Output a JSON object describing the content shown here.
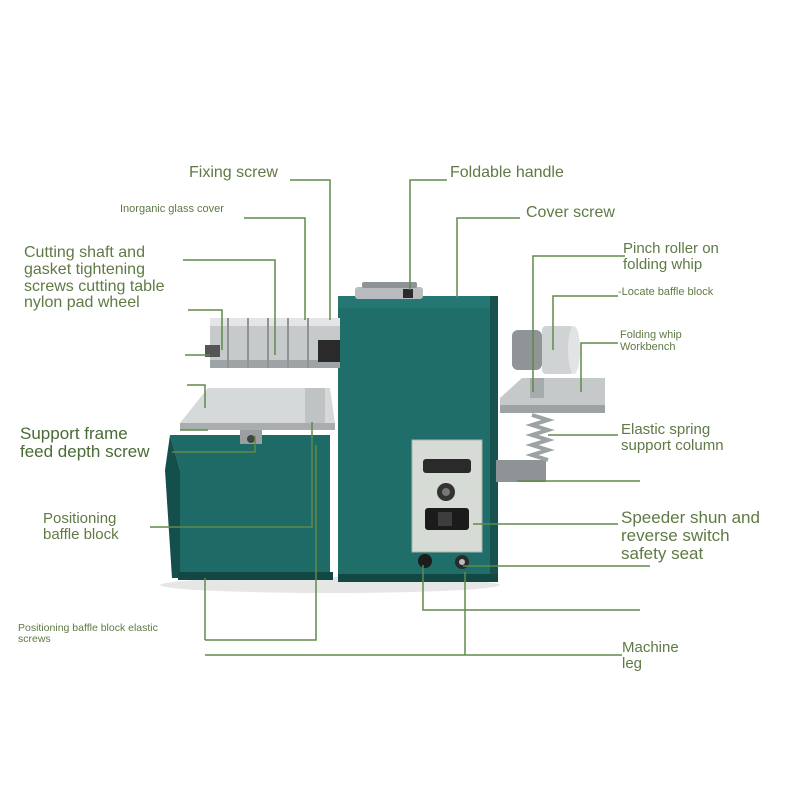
{
  "labels": {
    "fixing_screw": "Fixing screw",
    "inorganic_glass_cover": "Inorganic glass cover",
    "cutting_shaft": "Cutting shaft and\ngasket tightening\nscrews cutting table\nnylon pad wheel",
    "support_frame": "Support frame\nfeed depth screw",
    "positioning_baffle_block": "Positioning\nbaffle block",
    "positioning_baffle_block_elastic_screws": "Positioning baffle block elastic\nscrews",
    "foldable_handle": "Foldable handle",
    "cover_screw": "Cover screw",
    "pinch_roller": "Pinch roller on\nfolding whip",
    "locate_baffle_block": "-Locate baffle block",
    "folding_whip_workbench": "Folding whip\nWorkbench",
    "elastic_spring": "Elastic spring\nsupport column",
    "speeder_switch": "Speeder shun and\nreverse switch\nsafety seat",
    "machine_leg": "Machine\nleg"
  },
  "colors": {
    "label_text": "#5f7a45",
    "leader_line": "#5f8a4a",
    "machine_body": "#1f6e6a",
    "machine_dark": "#15504d",
    "metal": "#c9cccd",
    "panel": "#d8dcd6"
  }
}
